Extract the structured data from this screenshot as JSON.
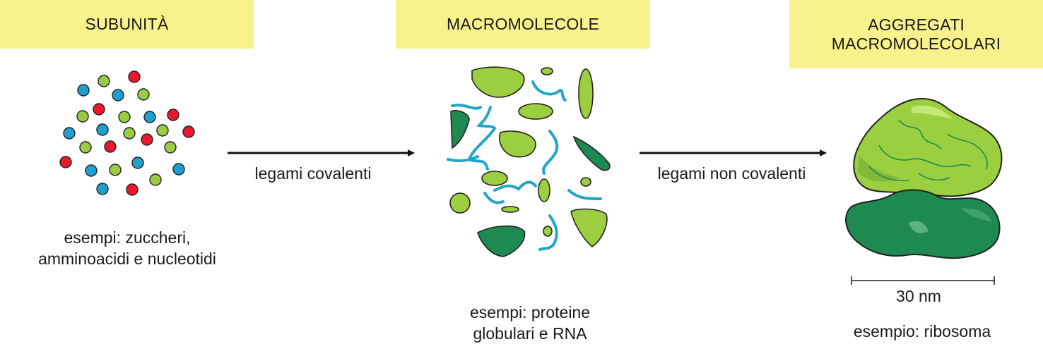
{
  "headers": {
    "subunits": "SUBUNITÀ",
    "macromolecules": "MACROMOLECOLE",
    "aggregates_line1": "AGGREGATI",
    "aggregates_line2": "MACROMOLECOLARI"
  },
  "arrows": {
    "covalent": "legami covalenti",
    "noncovalent": "legami non covalenti"
  },
  "examples": {
    "subunits_line1": "esempi: zuccheri,",
    "subunits_line2": "amminoacidi e nucleotidi",
    "macromolecules_line1": "esempi: proteine",
    "macromolecules_line2": "globulari e RNA",
    "aggregates": "esempio: ribosoma"
  },
  "scale_bar": {
    "label": "30 nm"
  },
  "colors": {
    "header_bg": "#f8f28c",
    "dot_red": "#e8192c",
    "dot_blue": "#1e9fd0",
    "dot_green": "#99cc44",
    "light_green": "#9ccf3f",
    "dark_green": "#1e8a52",
    "rna_blue": "#22a6c8"
  }
}
